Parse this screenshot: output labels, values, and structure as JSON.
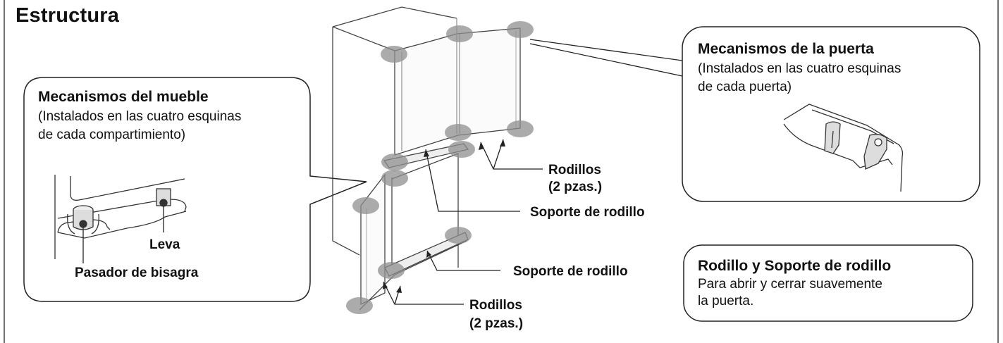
{
  "title": "Estructura",
  "cabinet_box": {
    "title": "Mecanismos del mueble",
    "line1": "(Instalados en las cuatro esquinas",
    "line2": "de cada compartimiento)",
    "label_cam": "Leva",
    "label_pin": "Pasador de bisagra"
  },
  "door_box": {
    "title": "Mecanismos de la puerta",
    "line1": "(Instalados en las cuatro esquinas",
    "line2": "de cada puerta)"
  },
  "roller_box": {
    "title": "Rodillo y Soporte de rodillo",
    "line1": "Para abrir y cerrar suavemente",
    "line2": "la puerta."
  },
  "labels": {
    "rollers_top_1": "Rodillos",
    "rollers_top_2": "(2 pzas.)",
    "support_top": "Soporte de rodillo",
    "support_bottom": "Soporte de rodillo",
    "rollers_bottom_1": "Rodillos",
    "rollers_bottom_2": "(2 pzas.)"
  },
  "colors": {
    "highlight": "#8f8f8f",
    "stroke": "#222222"
  }
}
